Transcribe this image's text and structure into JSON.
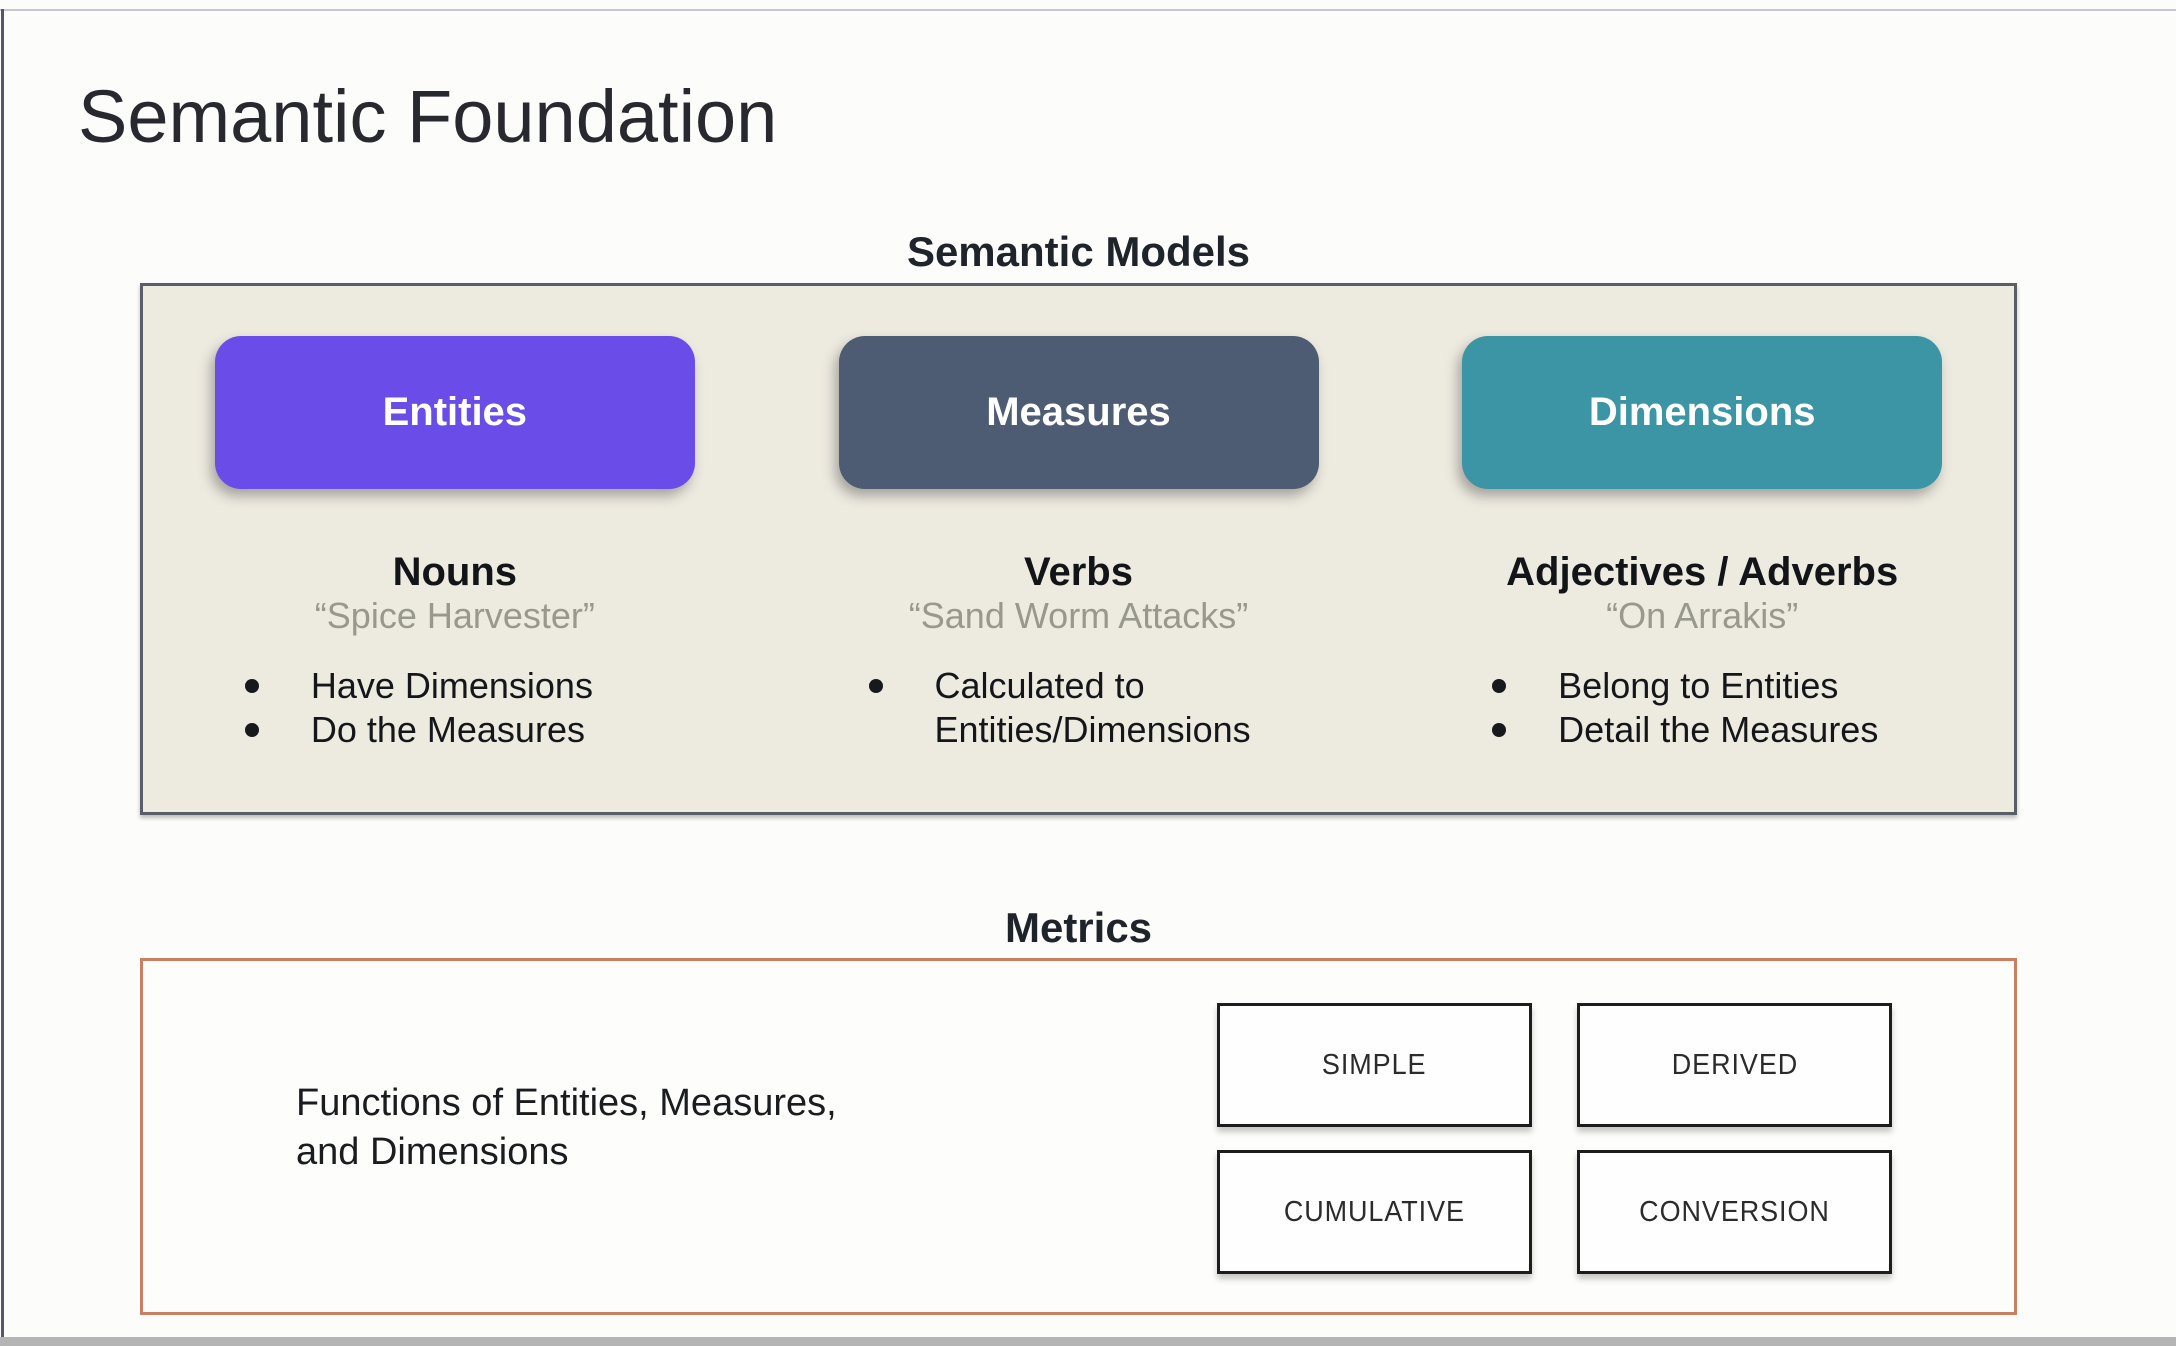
{
  "slide": {
    "title": "Semantic Foundation"
  },
  "semantic_models": {
    "heading": "Semantic Models",
    "panel_bg": "#edeae0",
    "panel_border": "#5a5e66",
    "columns": [
      {
        "pill": "Entities",
        "color": "#6a4ce8",
        "part_of_speech": "Nouns",
        "example": "“Spice Harvester”",
        "bullets": [
          "Have Dimensions",
          "Do the Measures"
        ]
      },
      {
        "pill": "Measures",
        "color": "#4d5c73",
        "part_of_speech": "Verbs",
        "example": "“Sand Worm Attacks”",
        "bullets": [
          "Calculated to Entities/Dimensions"
        ]
      },
      {
        "pill": "Dimensions",
        "color": "#3b95a4",
        "part_of_speech": "Adjectives / Adverbs",
        "example": "“On Arrakis”",
        "bullets": [
          "Belong to Entities",
          "Detail the Measures"
        ]
      }
    ]
  },
  "metrics": {
    "heading": "Metrics",
    "panel_border": "#cb7e63",
    "description_lines": [
      "Functions of Entities, Measures,",
      "and Dimensions"
    ],
    "types": [
      "SIMPLE",
      "DERIVED",
      "CUMULATIVE",
      "CONVERSION"
    ]
  }
}
